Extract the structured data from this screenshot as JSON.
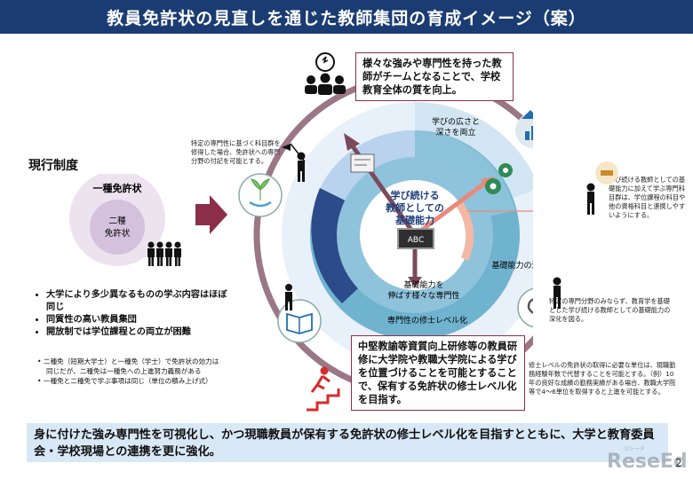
{
  "title": "教員免許状の見直しを通じた教師集団の育成イメージ（案）",
  "current_system": {
    "heading": "現行制度",
    "outer_label": "一種免許状",
    "inner_label_1": "二種",
    "inner_label_2": "免許状",
    "bullets": [
      "大学により多少異なるものの学ぶ内容はほぼ同じ",
      "同質性の高い教員集団",
      "開放制では学位課程との両立が困難"
    ],
    "notes": [
      "二種免（短期大学士）と一種免（学士）で免許状の効力は同じだが、二種免は一種免への上進努力義務がある",
      "一種免と二種免で学ぶ事項は同じ（単位の積み上げ式）"
    ]
  },
  "diagram": {
    "center_line1": "学び続ける",
    "center_line2": "教師としての",
    "center_line3": "基礎能力",
    "board_text": "ABC",
    "breadth_line1": "学びの広さと",
    "breadth_line2": "深さを両立",
    "deepening": "基礎能力の深化",
    "expertise_line1": "基礎能力を",
    "expertise_line2": "伸ばす様々な専門性",
    "master_level": "専門性の修士レベル化"
  },
  "callouts": {
    "top": "様々な強みや専門性を持った教師がチームとなることで、学校教育全体の質を向上。",
    "bottom": "中堅教諭等資質向上研修等の教員研修に大学院や教職大学院による学びを位置づけることを可能とすることで、保有する免許状の修士レベル化を目指す。"
  },
  "side_notes": {
    "left": "特定の専門性に基づく科目群を修得した場合、免許状への専門分野の付記を可能とする。",
    "right_top": "学び続ける教師としての基礎能力に加えて学ぶ専門科目群は、学位課程の科目や他の資格科目と連携しやすいようにする。",
    "right_mid": "特定の専門分野のみならず、教育学を基礎とした学び続ける教師としての基礎能力の深化を図る。",
    "right_bottom": "修士レベルの免許状の取得に必要な単位は、現職勤務経験年数で代替することを可能とする。（例）10年の良好な成績の勤務実績がある場合、教職大学院等で4～6単位を取得すると上進を可能とする。"
  },
  "summary": "身に付けた強み専門性を可視化し、かつ現職教員が保有する免許状の修士レベル化を目指すとともに、大学と教育委員会・学校現場との連携を更に強化。",
  "page_number": "2",
  "watermark": "ReseEd",
  "watermark_sub": "リシード",
  "colors": {
    "header": "#1b3c73",
    "ring": "#7a4a5c",
    "accent": "#8b2e4a",
    "navy": "#1f3f7a",
    "light_blue": "#a9c7e8",
    "teal": "#5aa8c8",
    "summary_bg": "#d9e8f7"
  },
  "icons": [
    "idea-team-icon",
    "hand-plant-icon",
    "person-flag-icon",
    "certificate-icon",
    "gears-icon",
    "growth-arrow-icon",
    "brain-icon",
    "book-icon",
    "search-gear-icon",
    "runner-stairs-icon",
    "people-group-icon",
    "person-icon"
  ]
}
